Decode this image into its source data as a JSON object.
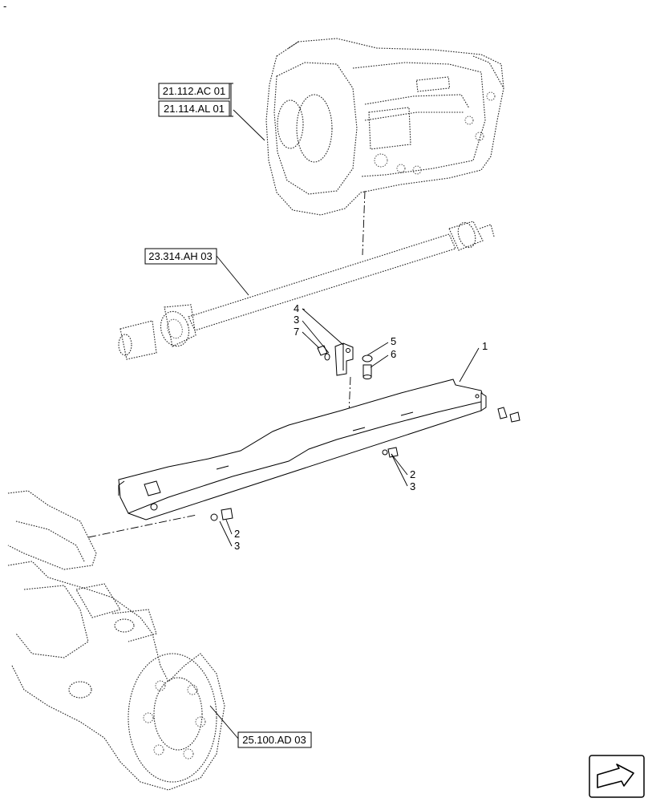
{
  "references": {
    "transmission_1": "21.112.AC 01",
    "transmission_2": "21.114.AL 01",
    "drive_shaft": "23.314.AH 03",
    "front_axle": "25.100.AD 03"
  },
  "callouts": {
    "c1": "1",
    "c4": "4",
    "c3a": "3",
    "c7": "7",
    "c5": "5",
    "c6": "6",
    "c2a": "2",
    "c3b": "3",
    "c2b": "2",
    "c3c": "3"
  },
  "corner_mark": "-",
  "nav_icon": "next-page-arrow-icon"
}
